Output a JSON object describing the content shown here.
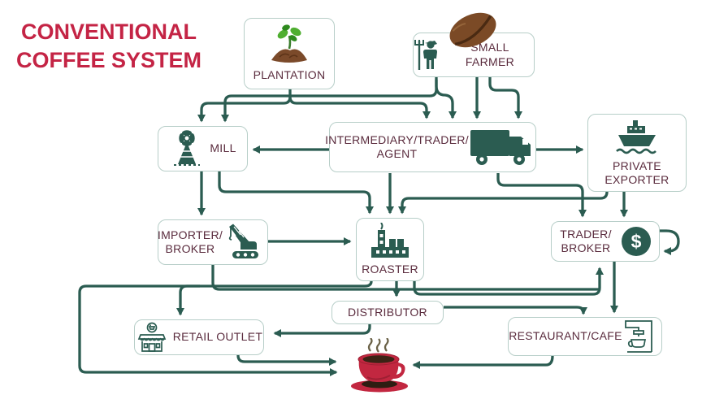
{
  "title": {
    "line1": "CONVENTIONAL",
    "line2": "COFFEE SYSTEM"
  },
  "colors": {
    "connector": "#2b5c51",
    "box_border": "#b7cec8",
    "label_text": "#5a2b3d",
    "title_red": "#c42445",
    "icon_teal": "#2b5c51",
    "bean_brown": "#7b4a26",
    "soil_brown": "#7b4a2a",
    "sprout_green": "#4fae30",
    "cup_red": "#c22740",
    "coffee_brown": "#3a2315"
  },
  "nodes": {
    "plantation": {
      "label": "PLANTATION",
      "icon": "seedling-soil-icon"
    },
    "small_farmer": {
      "label": "SMALL FARMER",
      "icon": "farmer-icon",
      "decoration": "coffee-bean-icon"
    },
    "mill": {
      "label": "MILL",
      "icon": "windmill-icon"
    },
    "intermediary": {
      "line1": "INTERMEDIARY/TRADER/",
      "line2": "AGENT",
      "icon": "truck-icon"
    },
    "private_exporter": {
      "line1": "PRIVATE",
      "line2": "EXPORTER",
      "icon": "ship-icon"
    },
    "importer_broker": {
      "line1": "IMPORTER/",
      "line2": "BROKER",
      "icon": "crane-icon"
    },
    "roaster": {
      "label": "ROASTER",
      "icon": "factory-icon"
    },
    "trader_broker": {
      "line1": "TRADER/",
      "line2": "BROKER",
      "icon": "dollar-circle-icon",
      "dollar_glyph": "$"
    },
    "distributor": {
      "label": "DISTRIBUTOR"
    },
    "retail_outlet": {
      "label": "RETAIL OUTLET",
      "icon": "store-icon"
    },
    "restaurant_cafe": {
      "label": "RESTAURANT/CAFE",
      "icon": "coffee-machine-icon"
    },
    "consumer": {
      "icon": "coffee-cup-icon"
    }
  },
  "edges": [
    {
      "from": "plantation",
      "to": "mill"
    },
    {
      "from": "plantation",
      "to": "intermediary"
    },
    {
      "from": "small_farmer",
      "to": "mill"
    },
    {
      "from": "small_farmer",
      "to": "intermediary"
    },
    {
      "from": "intermediary",
      "to": "mill"
    },
    {
      "from": "intermediary",
      "to": "private_exporter"
    },
    {
      "from": "intermediary",
      "to": "roaster"
    },
    {
      "from": "intermediary",
      "to": "trader_broker"
    },
    {
      "from": "mill",
      "to": "importer_broker"
    },
    {
      "from": "mill",
      "to": "roaster"
    },
    {
      "from": "private_exporter",
      "to": "roaster"
    },
    {
      "from": "private_exporter",
      "to": "trader_broker"
    },
    {
      "from": "importer_broker",
      "to": "roaster"
    },
    {
      "from": "importer_broker",
      "to": "trader_broker"
    },
    {
      "from": "roaster",
      "to": "trader_broker"
    },
    {
      "from": "roaster",
      "to": "distributor"
    },
    {
      "from": "roaster",
      "to": "retail_outlet"
    },
    {
      "from": "roaster",
      "to": "consumer"
    },
    {
      "from": "trader_broker",
      "to": "trader_broker"
    },
    {
      "from": "trader_broker",
      "to": "restaurant_cafe"
    },
    {
      "from": "distributor",
      "to": "retail_outlet"
    },
    {
      "from": "distributor",
      "to": "restaurant_cafe"
    },
    {
      "from": "retail_outlet",
      "to": "consumer"
    },
    {
      "from": "restaurant_cafe",
      "to": "consumer"
    }
  ]
}
